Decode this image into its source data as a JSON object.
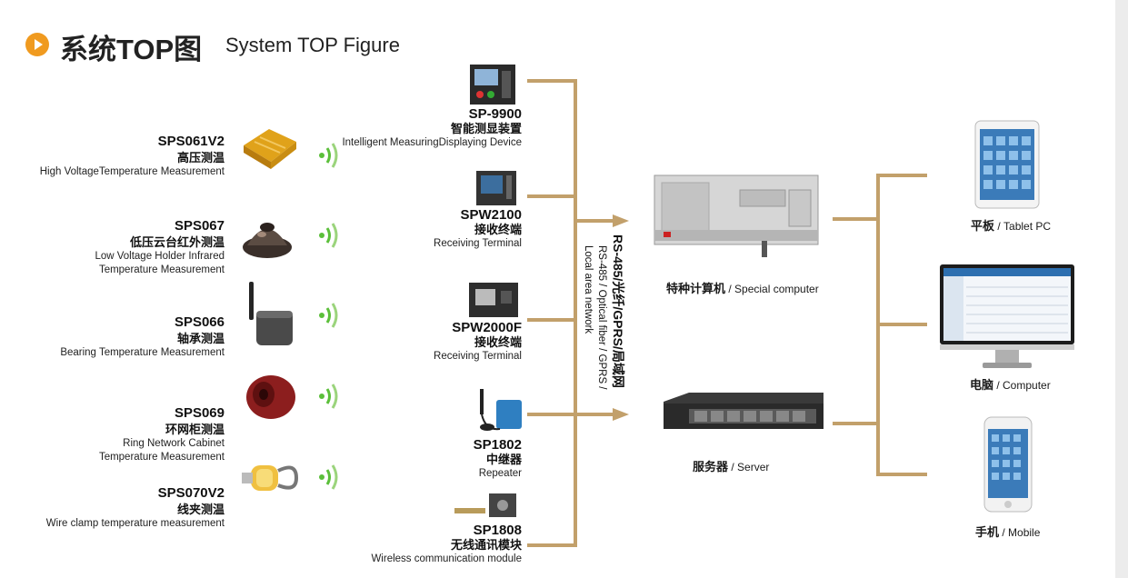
{
  "title": {
    "cn": "系统TOP图",
    "en": "System TOP Figure"
  },
  "sensors": [
    {
      "model": "SPS061V2",
      "cn": "高压测温",
      "en": [
        "High VoltageTemperature Measurement"
      ]
    },
    {
      "model": "SPS067",
      "cn": "低压云台红外测温",
      "en": [
        "Low Voltage Holder Infrared",
        "Temperature Measurement"
      ]
    },
    {
      "model": "SPS066",
      "cn": "轴承测温",
      "en": [
        "Bearing Temperature Measurement"
      ]
    },
    {
      "model": "SPS069",
      "cn": "环网柜测温",
      "en": [
        "Ring Network Cabinet",
        "Temperature Measurement"
      ]
    },
    {
      "model": "SPS070V2",
      "cn": "线夹测温",
      "en": [
        "Wire clamp temperature measurement"
      ]
    }
  ],
  "devices": [
    {
      "model": "SP-9900",
      "cn": "智能测显装置",
      "en": "Intelligent MeasuringDisplaying Device"
    },
    {
      "model": "SPW2100",
      "cn": "接收终端",
      "en": "Receiving Terminal"
    },
    {
      "model": "SPW2000F",
      "cn": "接收终端",
      "en": "Receiving Terminal"
    },
    {
      "model": "SP1802",
      "cn": "中继器",
      "en": "Repeater"
    },
    {
      "model": "SP1808",
      "cn": "无线通讯模块",
      "en": "Wireless communication module"
    }
  ],
  "link": {
    "cn": "RS-485/光纤/GPRS/局域网",
    "en_line1": "RS-485 / Optical fiber / GPRS /",
    "en_line2": "Local area network"
  },
  "hosts": {
    "computer": {
      "cn": "特种计算机",
      "en": " / Special computer"
    },
    "server": {
      "cn": "服务器",
      "en": " / Server"
    }
  },
  "clients": {
    "tablet": {
      "cn": "平板",
      "en": " / Tablet PC"
    },
    "pc": {
      "cn": "电脑",
      "en": " / Computer"
    },
    "mobile": {
      "cn": "手机",
      "en": " / Mobile"
    }
  },
  "colors": {
    "accent": "#f09a1f",
    "connector": "#c2a06b",
    "wave": "#5bbf3a"
  }
}
